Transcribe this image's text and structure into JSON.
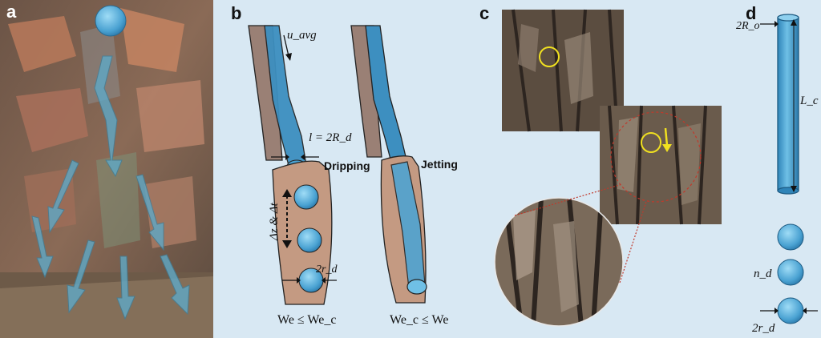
{
  "panels": {
    "a": {
      "letter": "a"
    },
    "b": {
      "letter": "b",
      "velocity_label": "u_avg",
      "length_label": "l = 2R_d",
      "dripping_label": "Dripping",
      "jetting_label": "Jetting",
      "interval_label": "Δz & Δt",
      "radius_label": "2r_d",
      "condition_dripping": "We ≤ We_c",
      "condition_jetting": "We_c ≤ We"
    },
    "c": {
      "letter": "c"
    },
    "d": {
      "letter": "d",
      "outer_diameter_label": "2R_o",
      "length_label": "L_c",
      "count_label": "n_d",
      "drop_diameter_label": "2r_d"
    }
  },
  "colors": {
    "background": "#d8e8f3",
    "water": "#4fa3d1",
    "water_dark": "#1f6f9e",
    "wood": "#c49a82",
    "bark_dark": "#4a3a30",
    "highlight": "#f0e020"
  }
}
